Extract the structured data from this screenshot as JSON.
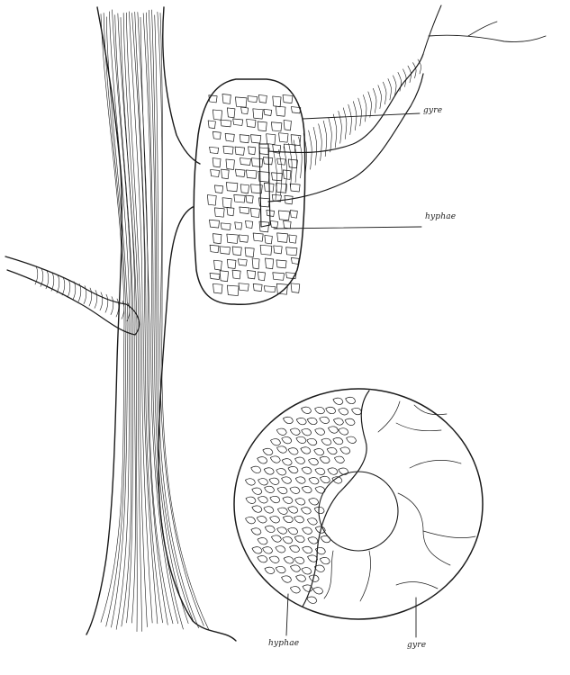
{
  "figure": {
    "colors": {
      "ink": "#1a1a1a",
      "paper": "#ffffff"
    },
    "labels": {
      "top_pith": "gyre",
      "top_hyphae": "hyphae",
      "bottom_hyphae": "hyphae",
      "bottom_pith": "gyre"
    }
  }
}
